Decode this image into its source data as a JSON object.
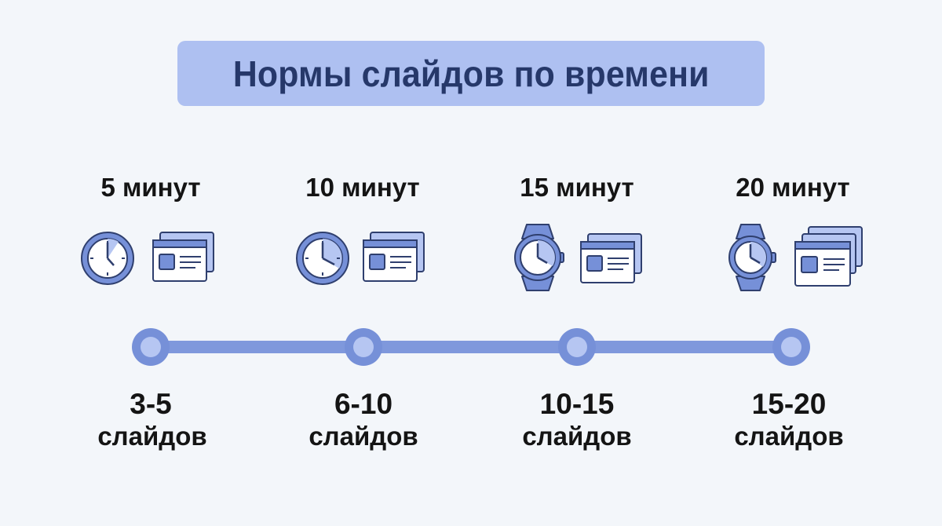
{
  "title": "Нормы слайдов по времени",
  "colors": {
    "background": "#f3f6fa",
    "title_bg": "#aec0f1",
    "title_text": "#26386a",
    "accent": "#7690d8",
    "accent_light": "#b6c6f2",
    "outline": "#2f3f6e",
    "text": "#141414"
  },
  "steps": [
    {
      "time": "5 минут",
      "icon_time": "clock-icon",
      "icon_slides": "slides-stack-icon",
      "slide_layers": 2,
      "range": "3-5",
      "unit": "слайдов"
    },
    {
      "time": "10 минут",
      "icon_time": "clock-icon",
      "icon_slides": "slides-stack-icon",
      "slide_layers": 2,
      "range": "6-10",
      "unit": "слайдов"
    },
    {
      "time": "15 минут",
      "icon_time": "wristwatch-icon",
      "icon_slides": "slides-stack-icon",
      "slide_layers": 2,
      "range": "10-15",
      "unit": "слайдов"
    },
    {
      "time": "20 минут",
      "icon_time": "wristwatch-icon",
      "icon_slides": "slides-stack-icon",
      "slide_layers": 3,
      "range": "15-20",
      "unit": "слайдов"
    }
  ]
}
